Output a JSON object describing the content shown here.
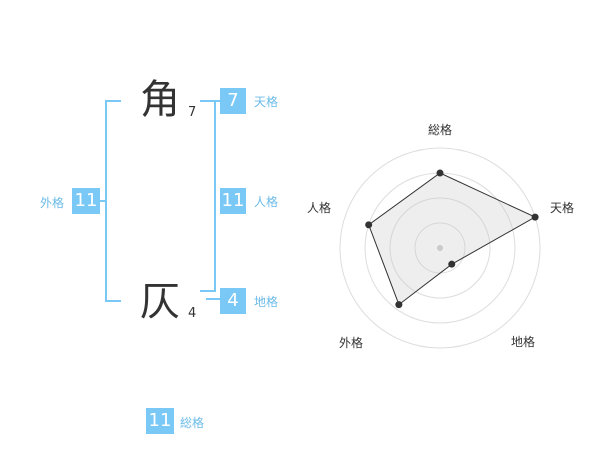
{
  "name": {
    "chars": [
      {
        "char": "角",
        "strokes": "7"
      },
      {
        "char": "仄",
        "strokes": "4"
      }
    ]
  },
  "kakusu": {
    "tenkaku": {
      "value": "7",
      "label": "天格"
    },
    "jinkaku": {
      "value": "11",
      "label": "人格"
    },
    "chikaku": {
      "value": "4",
      "label": "地格"
    },
    "gaikaku": {
      "value": "11",
      "label": "外格"
    },
    "soukaku": {
      "value": "11",
      "label": "総格"
    }
  },
  "colors": {
    "accent": "#7ac8f5",
    "accent_text": "#6bbbe8",
    "radar_fill": "#eeeeee",
    "radar_line": "#333333"
  },
  "chart_data": {
    "type": "radar",
    "axes": [
      "総格",
      "天格",
      "地格",
      "外格",
      "人格"
    ],
    "values": [
      0.75,
      1.0,
      0.2,
      0.7,
      0.75
    ],
    "rings": 4
  }
}
